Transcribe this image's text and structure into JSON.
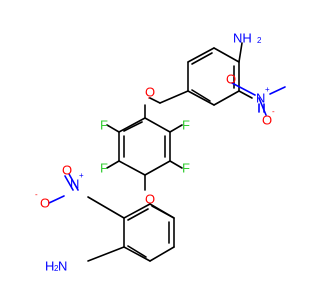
{
  "atoms": {
    "amine_top": "NH",
    "amine_top_h": "2",
    "amine_bottom": "H",
    "amine_bottom_h": "2",
    "amine_bottom_n": "N",
    "nitro_top_n": "N",
    "nitro_top_n_charge": "+",
    "nitro_top_o_double": "O",
    "nitro_top_o_single": "O",
    "nitro_top_o_charge": "-",
    "nitro_bottom_n": "N",
    "nitro_bottom_n_charge": "+",
    "nitro_bottom_o_double": "O",
    "nitro_bottom_o_single": "O",
    "nitro_bottom_o_charge": "-",
    "ether_top": "O",
    "ether_bottom": "O",
    "f1": "F",
    "f2": "F",
    "f3": "F",
    "f4": "F"
  },
  "colors": {
    "carbon": "#000000",
    "oxygen": "#ff0000",
    "nitrogen": "#0000ff",
    "fluorine": "#33cc33"
  }
}
